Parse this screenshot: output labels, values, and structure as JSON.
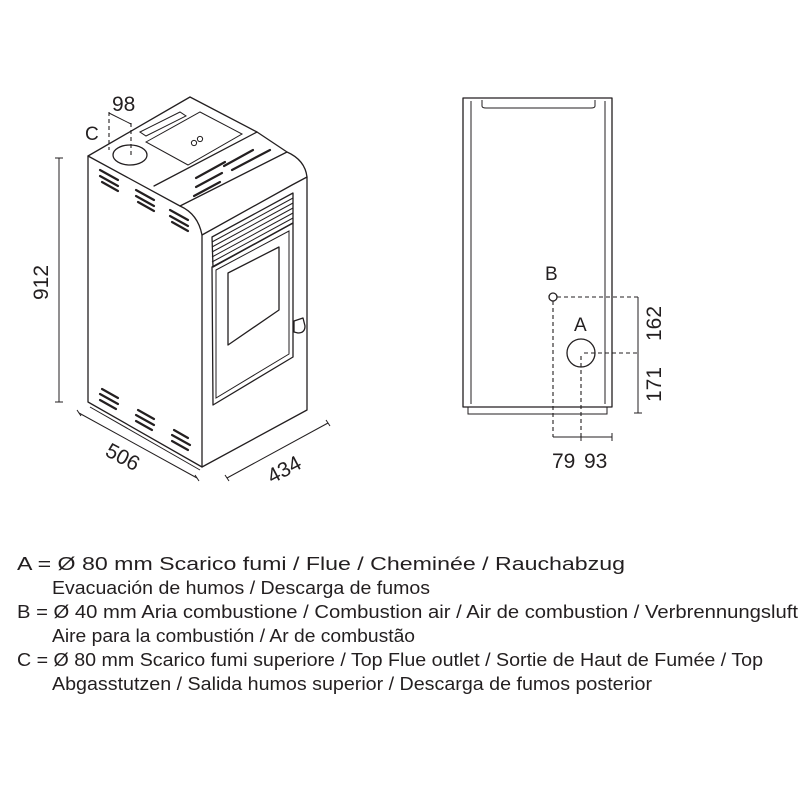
{
  "iso_view": {
    "height_dim": "912",
    "depth_dim": "506",
    "width_dim": "434",
    "top_flue_offset_dim": "98",
    "top_flue_label": "C"
  },
  "rear_view": {
    "label_a": "A",
    "label_b": "B",
    "dim_b_to_a_vertical": "162",
    "dim_a_to_floor": "171",
    "dim_b_to_a_horizontal": "79",
    "dim_a_to_side": "93"
  },
  "legend": [
    "A = Ø 80 mm  Scarico fumi / Flue / Cheminée / Rauchabzug",
    "Evacuación de humos / Descarga de fumos",
    "B = Ø 40 mm  Aria combustione / Combustion air / Air de combustion / Verbrennungsluft",
    "Aire para la combustión / Ar de combustão",
    "C = Ø 80 mm  Scarico fumi superiore / Top Flue outlet / Sortie de Haut de Fumée / Top",
    "Abgasstutzen / Salida humos superior / Descarga de fumos posterior"
  ],
  "colors": {
    "line": "#231f20",
    "background": "#ffffff"
  }
}
